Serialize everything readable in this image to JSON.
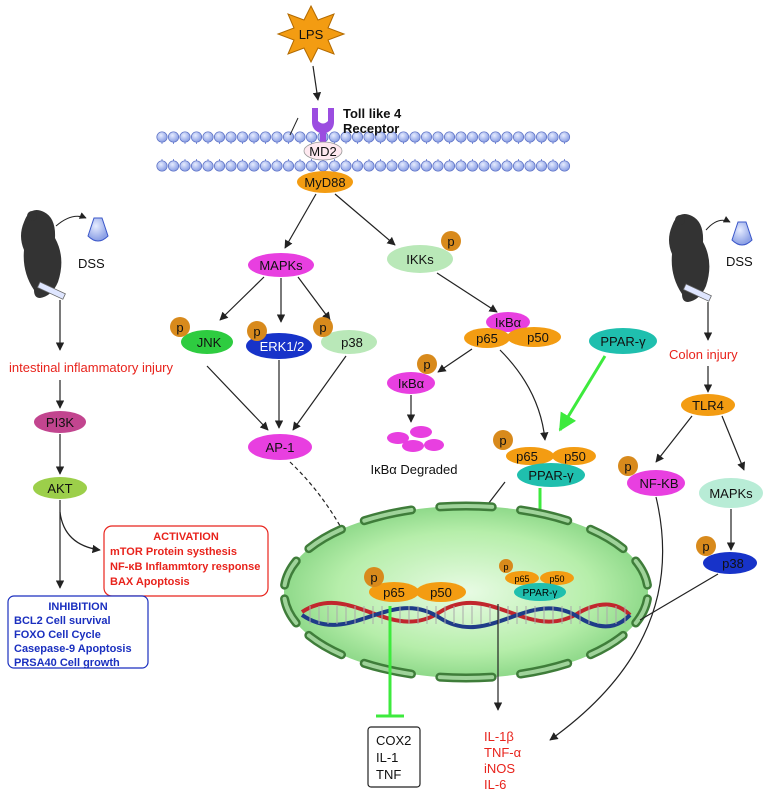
{
  "top": {
    "lps": "LPS",
    "receptor_line1": "Toll like 4",
    "receptor_line2": "Receptor",
    "md2": "MD2",
    "myd88": "MyD88"
  },
  "mapk_branch": {
    "mapks": "MAPKs",
    "jnk": "JNK",
    "erk": "ERK1/2",
    "p38": "p38",
    "ap1": "AP-1",
    "p": "p"
  },
  "ikk_branch": {
    "ikks": "IKKs",
    "ikba": "IκBα",
    "p65": "p65",
    "p50": "p50",
    "ikba_degraded": "IκBα Degraded",
    "ppar": "PPAR-γ"
  },
  "left_panel": {
    "dss": "DSS",
    "injury": "intestinal inflammatory injury",
    "pi3k": "PI3K",
    "akt": "AKT",
    "activation_title": "ACTIVATION",
    "activation": [
      "mTOR  Protein systhesis",
      "NF-κB  Inflammtory response",
      "BAX  Apoptosis"
    ],
    "inhibition_title": "INHIBITION",
    "inhibition": [
      "BCL2  Cell survival",
      "FOXO  Cell Cycle",
      "Casepase-9  Apoptosis",
      "PRSA40  Cell growth"
    ]
  },
  "right_panel": {
    "dss": "DSS",
    "injury": "Colon injury",
    "tlr4": "TLR4",
    "nfkb": "NF-KB",
    "mapks": "MAPKs",
    "p38": "p38"
  },
  "outputs": {
    "box": [
      "COX2",
      "IL-1",
      "TNF"
    ],
    "cytokines": [
      "IL-1β",
      "TNF-α",
      "iNOS",
      "IL-6"
    ]
  },
  "colors": {
    "orange": "#f39c12",
    "magenta": "#e83fe0",
    "green": "#2ecc40",
    "blue": "#1733c9",
    "teal": "#1fbfae",
    "lightgreen": "#b9e8b8",
    "pink": "#c2458f",
    "lime": "#9ccf4a",
    "red": "#e8231c",
    "arrowgreen": "#3dea3d"
  }
}
